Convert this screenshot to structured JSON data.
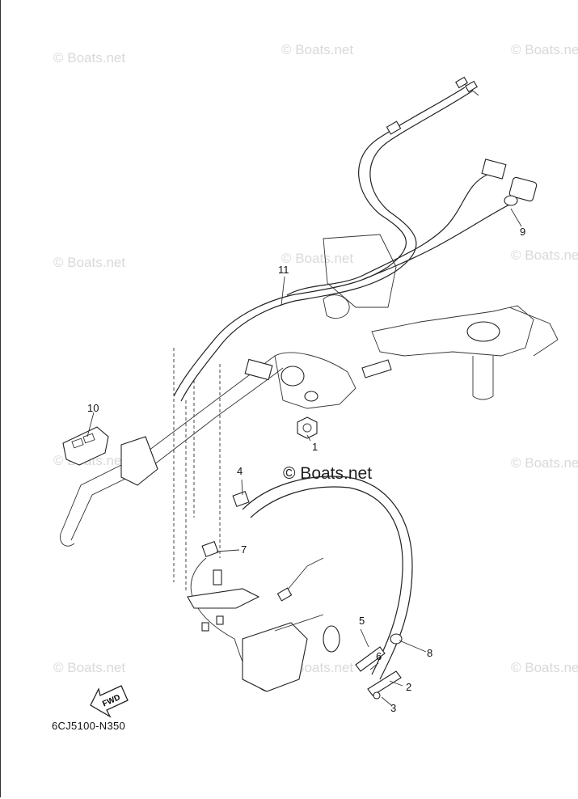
{
  "watermark_text": "© Boats.net",
  "center_watermark_text": "© Boats.net",
  "diagram_code": "6CJ5100-N350",
  "fwd_label": "FWD",
  "callouts": {
    "c1": "1",
    "c2": "2",
    "c3": "3",
    "c4": "4",
    "c5": "5",
    "c6": "6",
    "c7": "7",
    "c8": "8",
    "c9": "9",
    "c10": "10",
    "c11": "11"
  }
}
